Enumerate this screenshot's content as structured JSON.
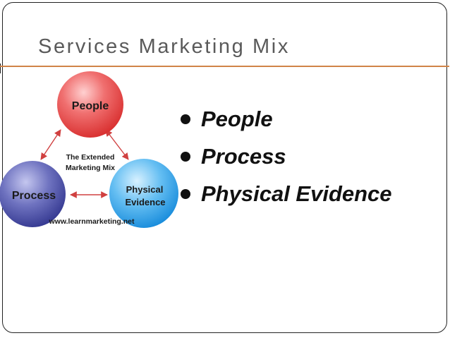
{
  "slide": {
    "title": "Services Marketing Mix",
    "bullets": [
      {
        "label": "People"
      },
      {
        "label": "Process"
      },
      {
        "label": "Physical Evidence"
      }
    ]
  },
  "diagram": {
    "nodes": {
      "people": "People",
      "process": "Process",
      "physical_line1": "Physical",
      "physical_line2": "Evidence"
    },
    "center_line1": "The Extended",
    "center_line2": "Marketing Mix",
    "website": "www.learnmarketing.net"
  },
  "colors": {
    "accent_rule": "#d08448",
    "title_text": "#5a5a5a",
    "people_circle": "#e84a4a",
    "process_circle": "#4a4fa3",
    "physical_circle": "#2e9fe8",
    "arrows": "#d04040"
  }
}
